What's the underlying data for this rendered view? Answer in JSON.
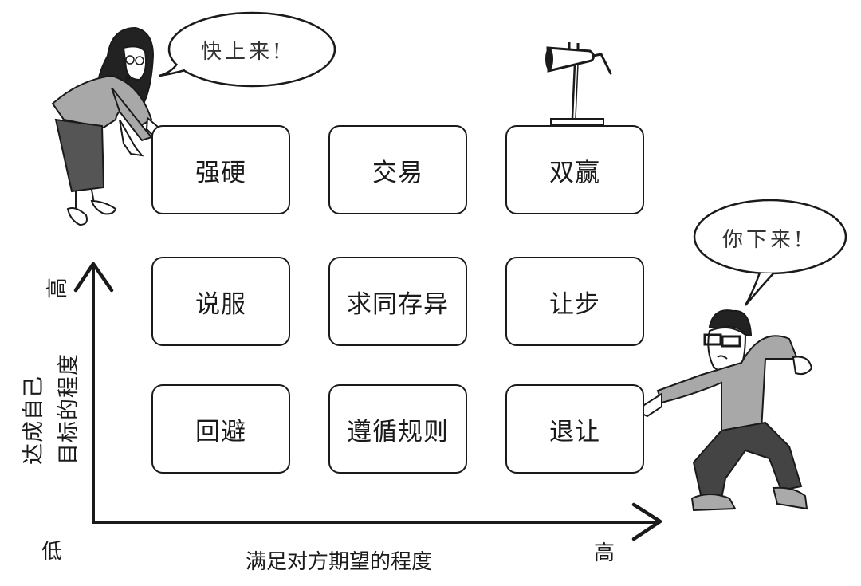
{
  "grid": {
    "cells": [
      {
        "row": "high",
        "col": "low",
        "label": "强硬"
      },
      {
        "row": "high",
        "col": "mid",
        "label": "交易"
      },
      {
        "row": "high",
        "col": "high",
        "label": "双赢"
      },
      {
        "row": "mid",
        "col": "low",
        "label": "说服"
      },
      {
        "row": "mid",
        "col": "mid",
        "label": "求同存异"
      },
      {
        "row": "mid",
        "col": "high",
        "label": "让步"
      },
      {
        "row": "low",
        "col": "low",
        "label": "回避"
      },
      {
        "row": "low",
        "col": "mid",
        "label": "遵循规则"
      },
      {
        "row": "low",
        "col": "high",
        "label": "退让"
      }
    ]
  },
  "axes": {
    "y_label_line1": "达成自己",
    "y_label_line2": "目标的程度",
    "y_high": "高",
    "origin_low": "低",
    "x_label": "满足对方期望的程度",
    "x_high": "高"
  },
  "characters": {
    "woman": {
      "speech": "快上来!"
    },
    "man": {
      "speech": "你下来!"
    }
  },
  "colors": {
    "ink": "#1a1a1a",
    "shirt_gray": "#a8a8a8",
    "pants_dark": "#4a4a4a",
    "skin": "#ffffff"
  }
}
